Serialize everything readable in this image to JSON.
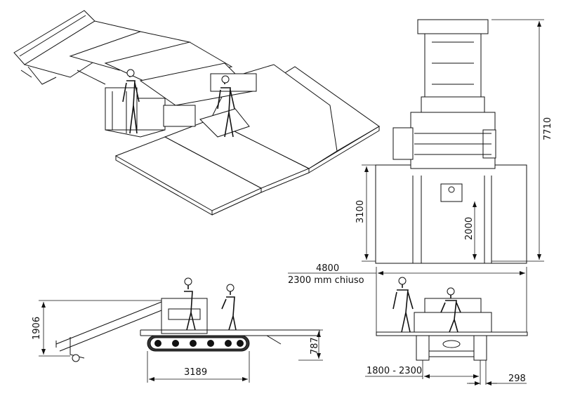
{
  "dimensions": {
    "total_height": "7710",
    "platform_height": "3100",
    "operator_height": "2000",
    "open_width": "4800",
    "closed_width": "2300 mm chiuso",
    "side_height": "1906",
    "platform_ground_height": "787",
    "track_length": "3189",
    "track_gauge": "1800 - 2300",
    "track_width": "298"
  }
}
